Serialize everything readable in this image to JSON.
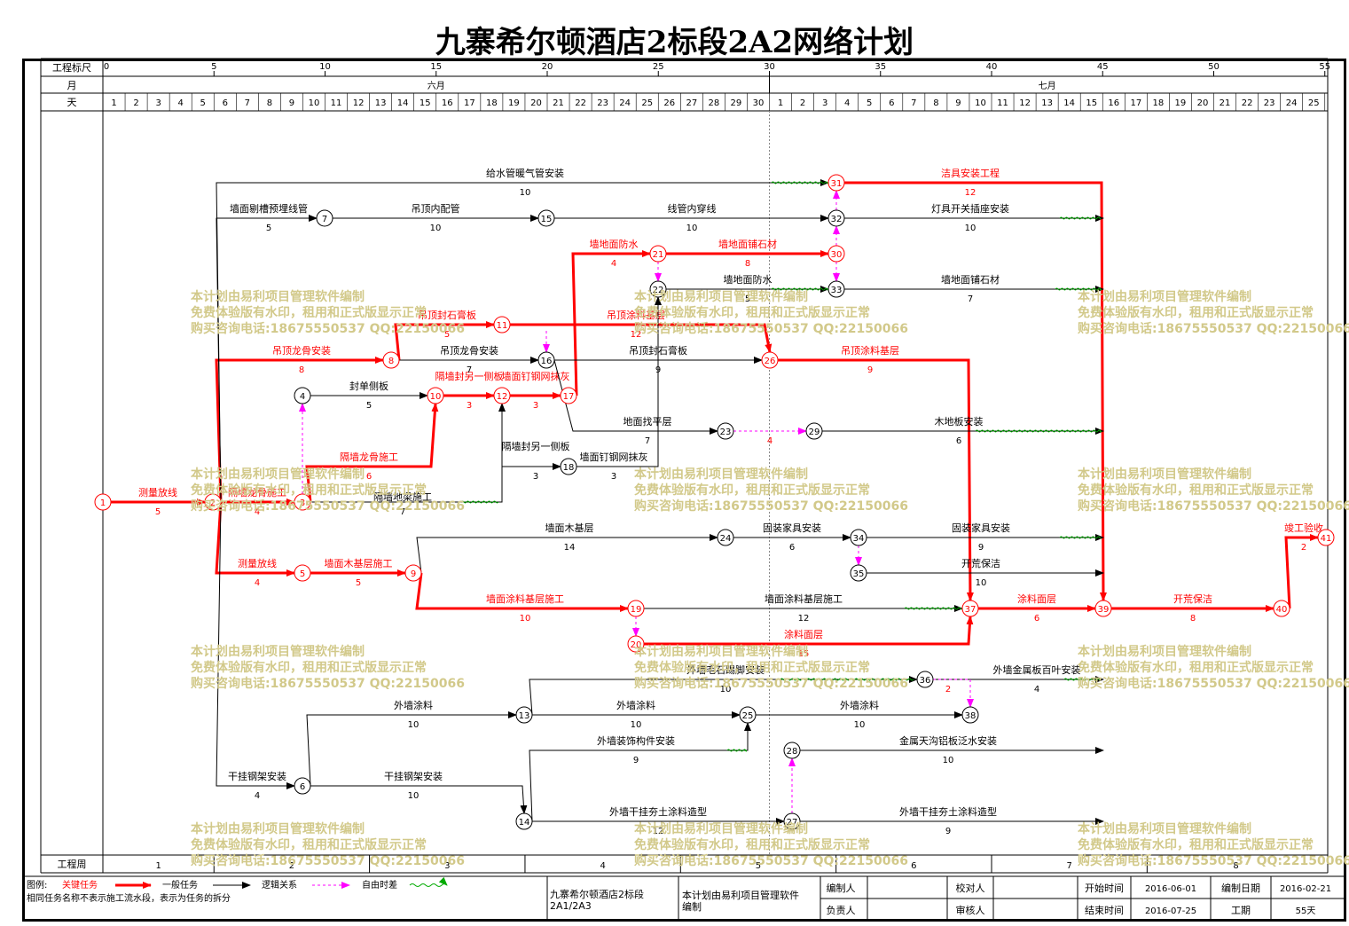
{
  "title": "九寨希尔顿酒店2标段2A2网络计划",
  "header": {
    "scale_label": "工程标尺",
    "month_label": "月",
    "day_label": "天",
    "week_label": "工程周",
    "scale_ticks": [
      "0",
      "5",
      "10",
      "15",
      "20",
      "25",
      "30",
      "35",
      "40",
      "45",
      "50",
      "55"
    ],
    "months": [
      "六月",
      "七月"
    ],
    "days": [
      "1",
      "2",
      "3",
      "4",
      "5",
      "6",
      "7",
      "8",
      "9",
      "10",
      "11",
      "12",
      "13",
      "14",
      "15",
      "16",
      "17",
      "18",
      "19",
      "20",
      "21",
      "22",
      "23",
      "24",
      "25",
      "26",
      "27",
      "28",
      "29",
      "30",
      "1",
      "2",
      "3",
      "4",
      "5",
      "6",
      "7",
      "8",
      "9",
      "10",
      "11",
      "12",
      "13",
      "14",
      "15",
      "16",
      "17",
      "18",
      "19",
      "20",
      "21",
      "22",
      "23",
      "24",
      "25"
    ],
    "weeks": [
      "1",
      "2",
      "3",
      "4",
      "5",
      "6",
      "7",
      "8"
    ]
  },
  "watermark": {
    "line1": "本计划由易利项目管理软件编制",
    "line2": "免费体验版有水印，租用和正式版显示正常",
    "line3": "购买咨询电话:18675550537 QQ:22150066"
  },
  "nodes": [
    "1",
    "2",
    "3",
    "4",
    "5",
    "6",
    "7",
    "8",
    "9",
    "10",
    "11",
    "12",
    "13",
    "14",
    "15",
    "16",
    "17",
    "18",
    "19",
    "20",
    "21",
    "22",
    "23",
    "24",
    "25",
    "26",
    "27",
    "28",
    "29",
    "30",
    "31",
    "32",
    "33",
    "34",
    "35",
    "36",
    "37",
    "38",
    "39",
    "40",
    "41"
  ],
  "tasks": [
    {
      "name": "测量放线",
      "dur": "5",
      "critical": true
    },
    {
      "name": "隔墙龙骨施工",
      "dur": "4",
      "critical": true
    },
    {
      "name": "隔墙龙骨施工",
      "dur": "6",
      "critical": true
    },
    {
      "name": "隔墙封另一侧板",
      "dur": "3",
      "critical": true
    },
    {
      "name": "墙面钉钢网抹灰",
      "dur": "3",
      "critical": true
    },
    {
      "name": "吊顶龙骨安装",
      "dur": "8",
      "critical": true
    },
    {
      "name": "吊顶封石膏板",
      "dur": "5",
      "critical": true
    },
    {
      "name": "吊顶涂料基层",
      "dur": "2",
      "critical": true
    },
    {
      "name": "吊顶涂料基层",
      "dur": "12",
      "critical": true
    },
    {
      "name": "吊顶涂料基层",
      "dur": "9",
      "critical": true
    },
    {
      "name": "墙地面防水",
      "dur": "4",
      "critical": true
    },
    {
      "name": "墙地面铺石材",
      "dur": "8",
      "critical": true
    },
    {
      "name": "洁具安装工程",
      "dur": "12",
      "critical": true
    },
    {
      "name": "测量放线",
      "dur": "4",
      "critical": true
    },
    {
      "name": "墙面木基层施工",
      "dur": "5",
      "critical": true
    },
    {
      "name": "墙面涂料基层施工",
      "dur": "10",
      "critical": true
    },
    {
      "name": "涂料面层",
      "dur": "15",
      "critical": true
    },
    {
      "name": "涂料面层",
      "dur": "6",
      "critical": true
    },
    {
      "name": "开荒保洁",
      "dur": "8",
      "critical": true
    },
    {
      "name": "竣工验收",
      "dur": "2",
      "critical": true
    },
    {
      "name": "给水管暖气管安装",
      "dur": "10",
      "critical": false
    },
    {
      "name": "墙面剔槽预埋线管",
      "dur": "5",
      "critical": false
    },
    {
      "name": "吊顶内配管",
      "dur": "10",
      "critical": false
    },
    {
      "name": "线管内穿线",
      "dur": "10",
      "critical": false
    },
    {
      "name": "灯具开关插座安装",
      "dur": "10",
      "critical": false
    },
    {
      "name": "墙地面防水",
      "dur": "5",
      "critical": false
    },
    {
      "name": "墙地面铺石材",
      "dur": "7",
      "critical": false
    },
    {
      "name": "吊顶龙骨安装",
      "dur": "7",
      "critical": false
    },
    {
      "name": "吊顶封石膏板",
      "dur": "9",
      "critical": false
    },
    {
      "name": "封单侧板",
      "dur": "5",
      "critical": false
    },
    {
      "name": "隔墙地梁施工",
      "dur": "7",
      "critical": false
    },
    {
      "name": "隔墙封另一侧板",
      "dur": "3",
      "critical": false
    },
    {
      "name": "墙面钉钢网抹灰",
      "dur": "3",
      "critical": false
    },
    {
      "name": "地面找平层",
      "dur": "7",
      "critical": false
    },
    {
      "name": "木地板安装",
      "dur": "6",
      "critical": false
    },
    {
      "name": "墙面木基层",
      "dur": "14",
      "critical": false
    },
    {
      "name": "固装家具安装",
      "dur": "6",
      "critical": false
    },
    {
      "name": "固装家具安装",
      "dur": "9",
      "critical": false
    },
    {
      "name": "开荒保洁",
      "dur": "10",
      "critical": false
    },
    {
      "name": "墙面涂料基层施工",
      "dur": "12",
      "critical": false
    },
    {
      "name": "外墙毛石踢脚安装",
      "dur": "10",
      "critical": false
    },
    {
      "name": "外墙金属板百叶安装",
      "dur": "4",
      "critical": false
    },
    {
      "name": "外墙涂料",
      "dur": "10",
      "critical": false
    },
    {
      "name": "外墙涂料",
      "dur": "10",
      "critical": false
    },
    {
      "name": "外墙涂料",
      "dur": "10",
      "critical": false
    },
    {
      "name": "外墙装饰构件安装",
      "dur": "9",
      "critical": false
    },
    {
      "name": "金属天沟铝板泛水安装",
      "dur": "10",
      "critical": false
    },
    {
      "name": "干挂钢架安装",
      "dur": "4",
      "critical": false
    },
    {
      "name": "干挂钢架安装",
      "dur": "10",
      "critical": false
    },
    {
      "name": "外墙干挂夯土涂料造型",
      "dur": "12",
      "critical": false
    },
    {
      "name": "外墙干挂夯土涂料造型",
      "dur": "9",
      "critical": false
    }
  ],
  "dummy_labels": [
    "2",
    "4",
    "2"
  ],
  "legend": {
    "label": "图例:",
    "critical": "关键任务",
    "normal": "一般任务",
    "logic": "逻辑关系",
    "float": "自由时差",
    "note": "相同任务名称不表示施工流水段，表示为任务的拆分"
  },
  "footer": {
    "project": "九寨希尔顿酒店2标段2A1/2A3",
    "software": "本计划由易利项目管理软件编制",
    "editor_label": "编制人",
    "checker_label": "校对人",
    "owner_label": "负责人",
    "reviewer_label": "审核人",
    "start_label": "开始时间",
    "start_value": "2016-06-01",
    "end_label": "结束时间",
    "end_value": "2016-07-25",
    "date_label": "编制日期",
    "date_value": "2016-02-21",
    "duration_label": "工期",
    "duration_value": "55天"
  },
  "colors": {
    "critical": "#ff0000",
    "normal": "#000000",
    "dummy": "#ff00ff",
    "float": "#00aa00",
    "watermark": "#d2c98a"
  }
}
